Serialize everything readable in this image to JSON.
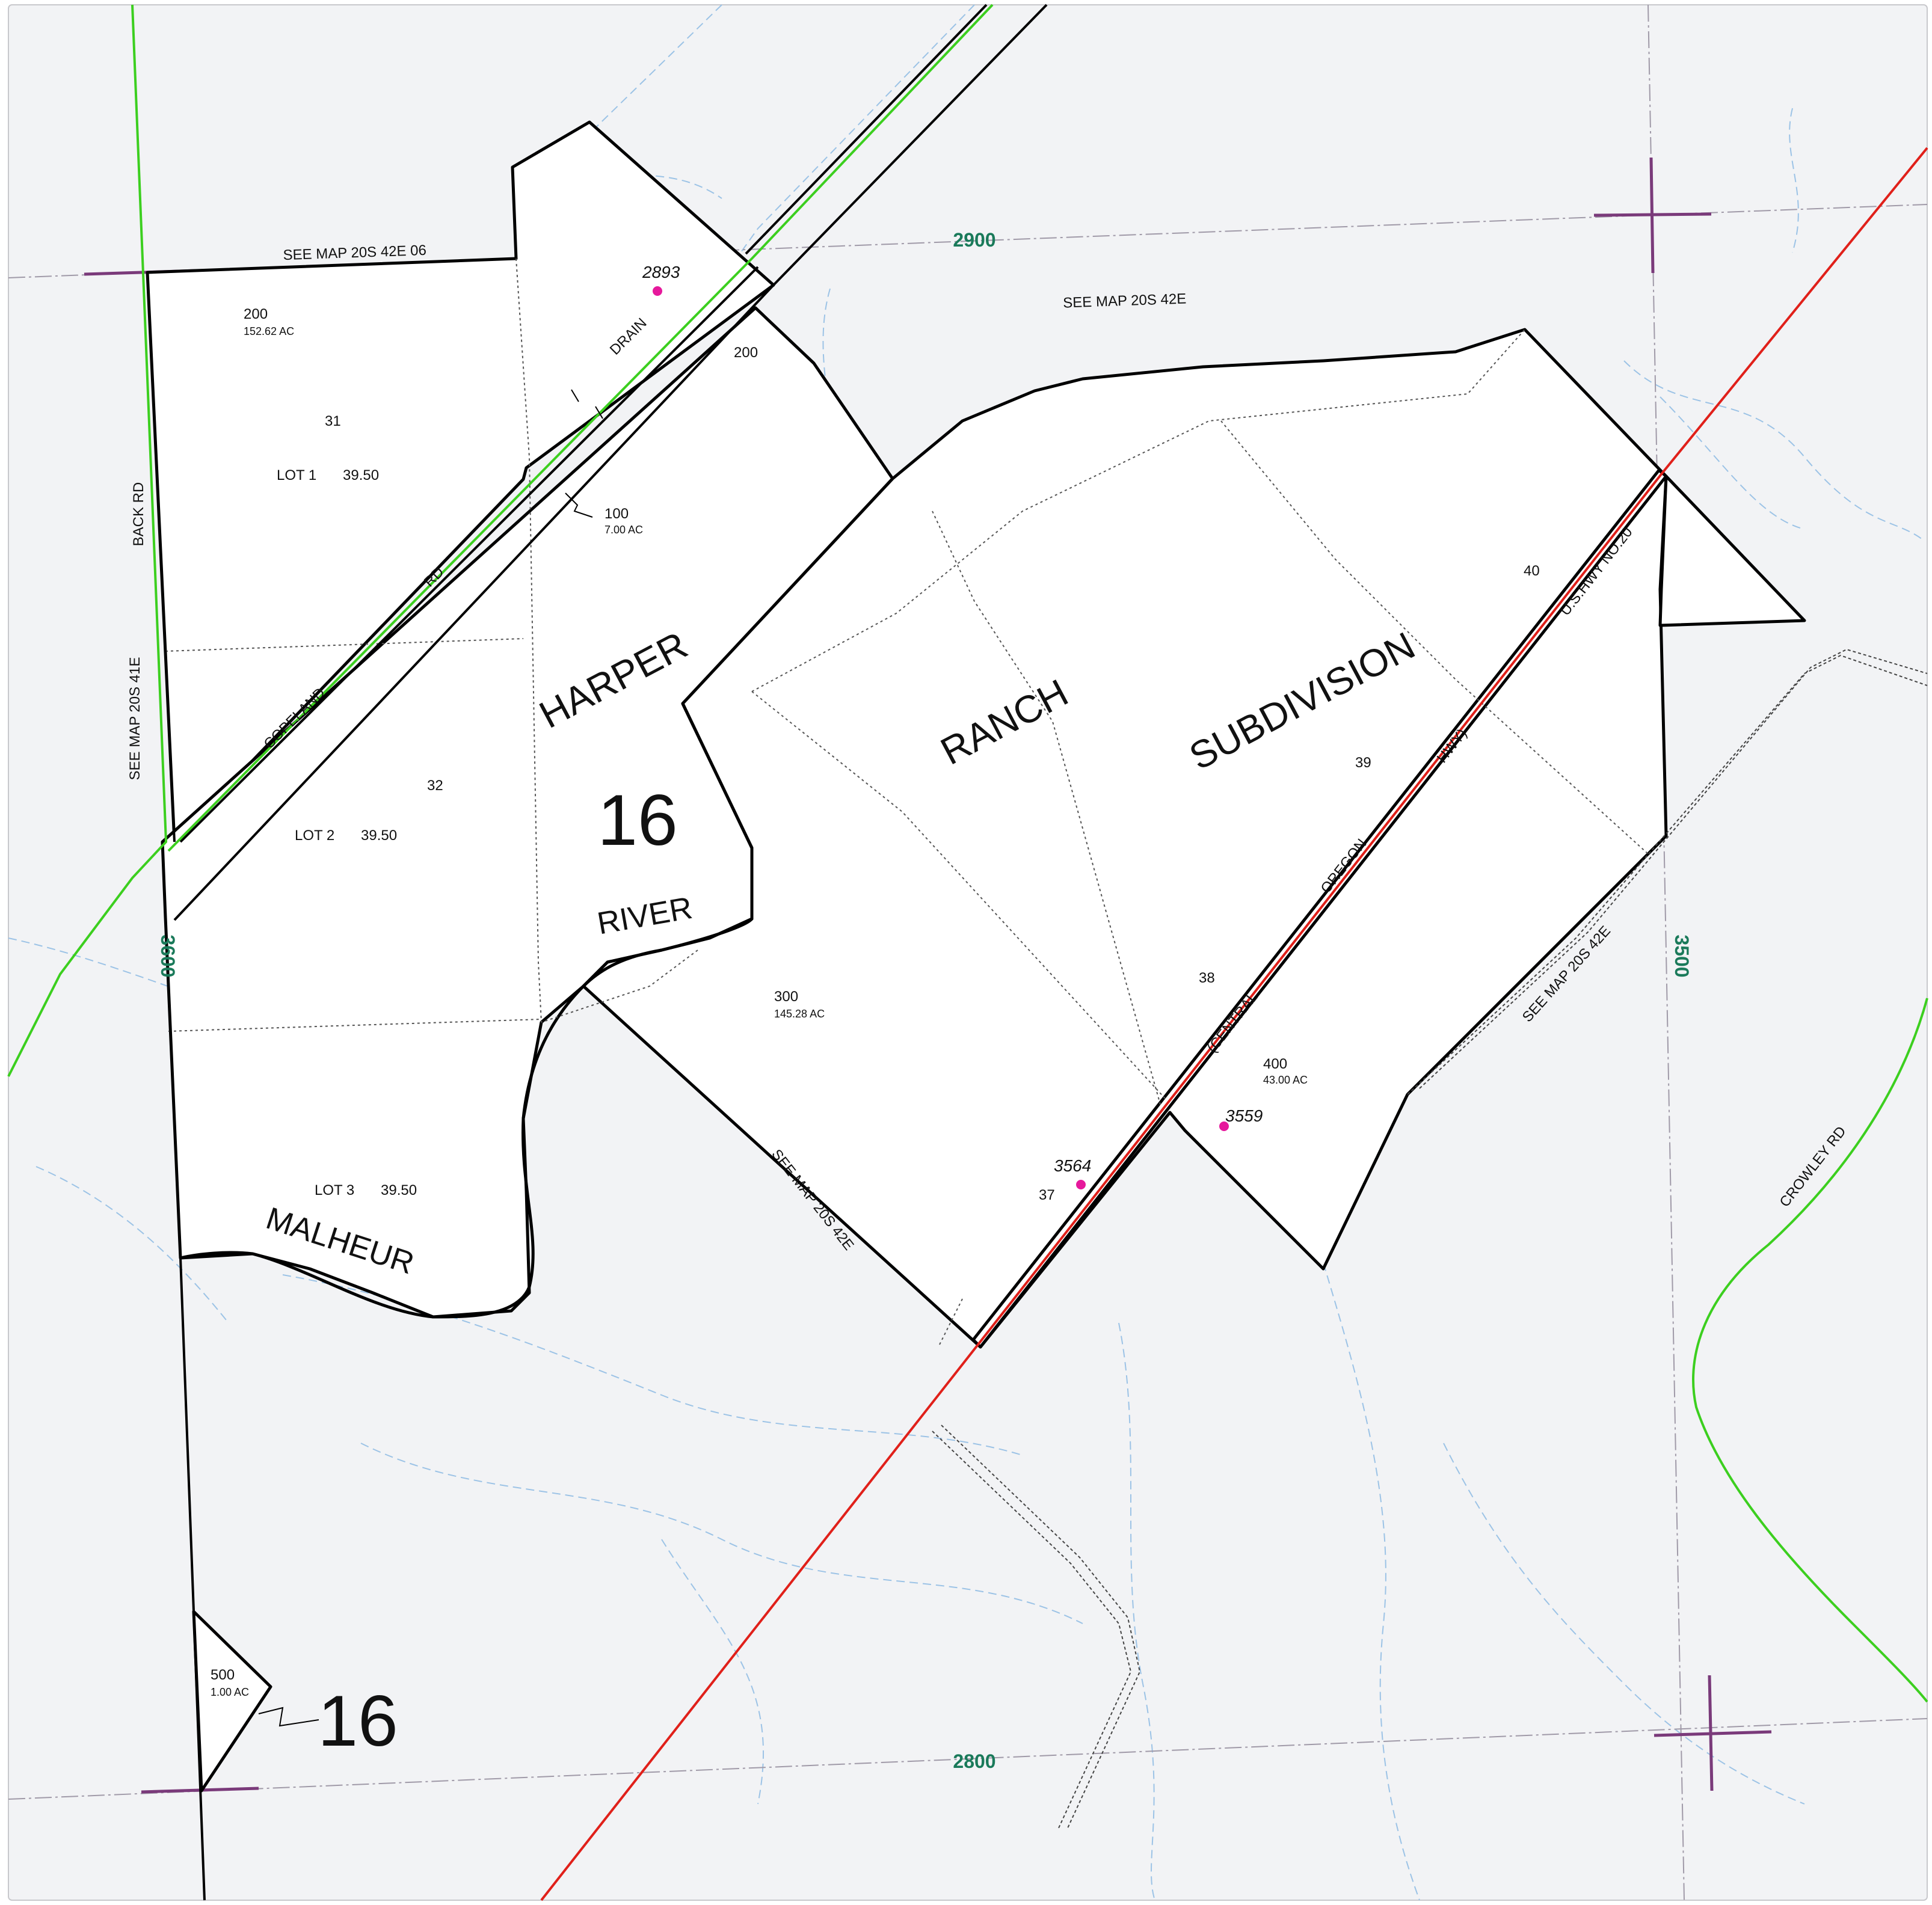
{
  "map": {
    "colors": {
      "background": "#f2f3f5",
      "parcel_fill": "#ffffff",
      "parcel_line": "#000000",
      "highway": "#e0201a",
      "road_green": "#3ccf1f",
      "water": "#9cc3e6",
      "section_line": "#a09aa8",
      "corner_mark": "#7a3a7a",
      "site_point": "#e6199c",
      "grid_label": "#1a7a5a"
    },
    "section_numbers": [
      "16",
      "16"
    ],
    "grid_labels": [
      "2900",
      "2800",
      "3600",
      "3500"
    ],
    "subdivision_words": [
      "HARPER",
      "RANCH",
      "SUBDIVISION"
    ],
    "river_words": [
      "RIVER",
      "MALHEUR"
    ],
    "see_map_notes": [
      "SEE MAP 20S 42E 06",
      "SEE MAP 20S 42E",
      "SEE MAP 20S 41E",
      "SEE MAP 20S 42E",
      "SEE MAP 20S 42E"
    ],
    "road_labels": [
      "BACK RD",
      "COPELAND",
      "RD",
      "DRAIN",
      "U.S.HWY NO.20",
      "HWY)",
      "OREGON",
      "(CENTRAL",
      "CROWLEY RD"
    ],
    "lots": [
      {
        "name": "LOT 1",
        "acres": "39.50"
      },
      {
        "name": "LOT 2",
        "acres": "39.50"
      },
      {
        "name": "LOT 3",
        "acres": "39.50"
      }
    ],
    "parcels": [
      {
        "number": "200",
        "area": "152.62 AC"
      },
      {
        "number": "200",
        "area": ""
      },
      {
        "number": "100",
        "area": "7.00 AC"
      },
      {
        "number": "300",
        "area": "145.28 AC"
      },
      {
        "number": "400",
        "area": "43.00 AC"
      },
      {
        "number": "500",
        "area": "1.00 AC"
      }
    ],
    "tract_numbers": [
      "31",
      "32",
      "37",
      "38",
      "39",
      "40"
    ],
    "site_addresses": [
      "2893",
      "3564",
      "3559"
    ]
  }
}
